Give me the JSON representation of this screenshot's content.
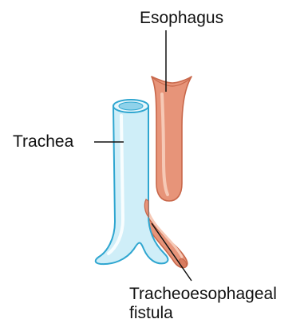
{
  "labels": {
    "esophagus": "Esophagus",
    "trachea": "Trachea",
    "fistula_line1": "Tracheoesophageal",
    "fistula_line2": "fistula"
  },
  "colors": {
    "trachea_fill": "#cfeef8",
    "trachea_outline": "#2fa6d0",
    "trachea_lumen": "#8fd2ea",
    "esophagus_fill": "#e79479",
    "esophagus_light": "#f6c9b6",
    "esophagus_outline": "#c8674a",
    "leader_line": "#111111"
  }
}
